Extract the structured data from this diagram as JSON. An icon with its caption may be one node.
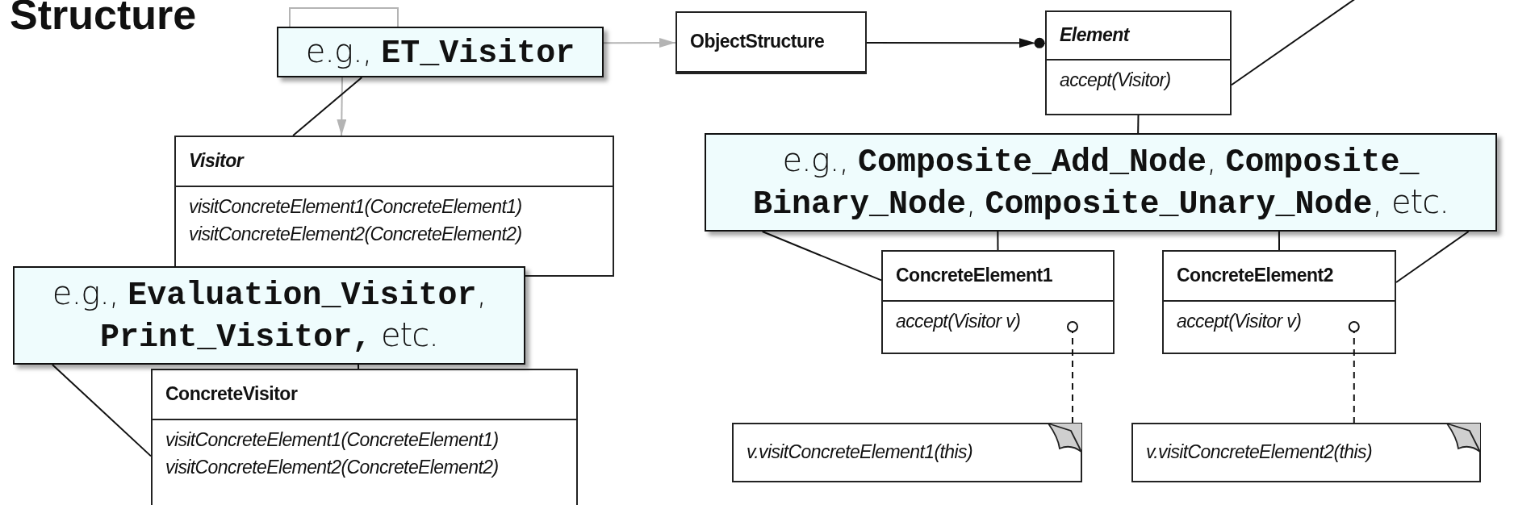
{
  "diagram": {
    "title": "Structure",
    "nodes": [
      {
        "text": [
          "e.g., **ET_Visitor**"
        ]
      },
      {
        "text": [
          "ObjectStructure"
        ]
      },
      {
        "text": [
          "Element",
          "accept(Visitor)"
        ]
      },
      {
        "text": [
          "Visitor",
          "visitConcreteElement1(ConcreteElement1)",
          "visitConcreteElement2(ConcreteElement2)"
        ]
      },
      {
        "text": [
          "e.g., **Evaluation_Visitor**, **Print_Visitor,** etc."
        ]
      },
      {
        "text": [
          "ConcreteVisitor",
          "visitConcreteElement1(ConcreteElement1)",
          "visitConcreteElement2(ConcreteElement2)"
        ]
      },
      {
        "text": [
          "e.g., **Composite_Add_Node**, **Composite_ Binary_Node**, **Composite_Unary_Node**, etc."
        ]
      },
      {
        "text": [
          "ConcreteElement1",
          "accept(Visitor v)"
        ]
      },
      {
        "text": [
          "ConcreteElement2",
          "accept(Visitor v)"
        ]
      },
      {
        "text": [
          "v.visitConcreteElement1(this)"
        ]
      },
      {
        "text": [
          "v.visitConcreteElement2(this)"
        ]
      }
    ],
    "edges": [
      {
        "from": 0,
        "to": 1,
        "arrow": "to",
        "color": "#b4b4b4"
      },
      {
        "from": 0,
        "to": 3,
        "arrow": "to",
        "color": "#b4b4b4"
      },
      {
        "from": 1,
        "to": 2,
        "arrow": "to"
      },
      {
        "from": null,
        "to": 2,
        "arrow": "none"
      },
      {
        "from": 0,
        "to": 3,
        "arrow": "none"
      },
      {
        "from": 4,
        "to": 5,
        "arrow": "none"
      },
      {
        "from": 2,
        "to": 6,
        "arrow": "none"
      },
      {
        "from": 6,
        "to": 7,
        "arrow": "none"
      },
      {
        "from": 6,
        "to": 8,
        "arrow": "none"
      },
      {
        "from": 6,
        "to": 7,
        "arrow": "none"
      },
      {
        "from": 6,
        "to": 8,
        "arrow": "none"
      },
      {
        "from": 4,
        "to": 5,
        "arrow": "none"
      },
      {
        "from": 7,
        "to": 9,
        "arrow": "other",
        "style": "dashed"
      },
      {
        "from": 8,
        "to": 10,
        "arrow": "other",
        "style": "dashed"
      }
    ]
  }
}
